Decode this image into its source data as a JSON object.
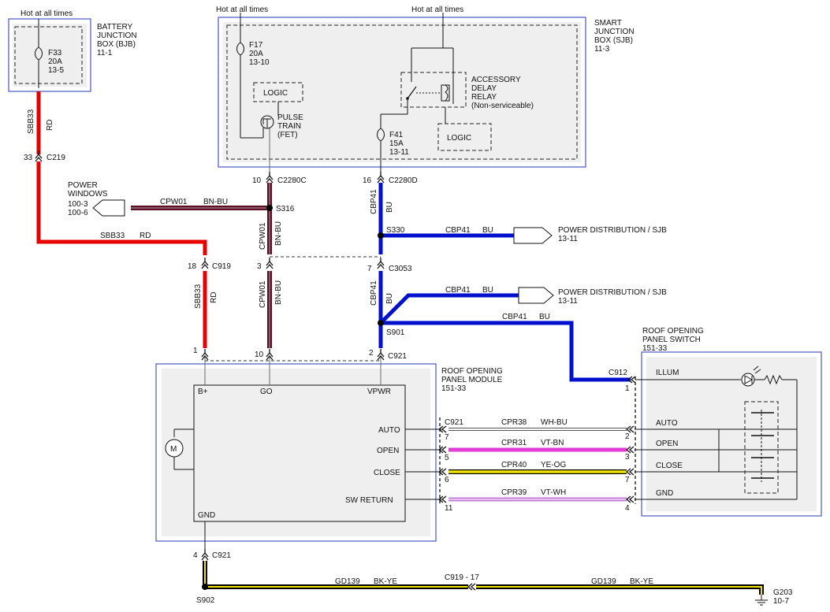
{
  "colors": {
    "red": "#e60000",
    "blue": "#0010cc",
    "brown": "#5a1020",
    "violet": "#b06bd0",
    "pink": "#e23bd6",
    "yellow": "#f2e600",
    "gray": "#6a6a6a",
    "black": "#000000",
    "frame": "#4a57c9",
    "box_fill": "#efefef"
  },
  "labels": {
    "hot1": "Hot at all times",
    "hot2": "Hot at all times",
    "hot3": "Hot at all times",
    "bjb1": "BATTERY",
    "bjb2": "JUNCTION",
    "bjb3": "BOX (BJB)",
    "bjb4": "11-1",
    "f33a": "F33",
    "f33b": "20A",
    "f33c": "13-5",
    "sjb1": "SMART",
    "sjb2": "JUNCTION",
    "sjb3": "BOX (SJB)",
    "sjb4": "11-3",
    "f17a": "F17",
    "f17b": "20A",
    "f17c": "13-10",
    "logic1": "LOGIC",
    "logic2": "LOGIC",
    "pulse1": "PULSE",
    "pulse2": "TRAIN",
    "pulse3": "(FET)",
    "adr1": "ACCESSORY",
    "adr2": "DELAY",
    "adr3": "RELAY",
    "adr4": "(Non-serviceable)",
    "f41a": "F41",
    "f41b": "15A",
    "f41c": "13-11",
    "pin33": "33",
    "c219": "C219",
    "sbb33v1": "SBB33",
    "rdv1": "RD",
    "pin10a": "10",
    "c2280c": "C2280C",
    "pin16": "16",
    "c2280d": "C2280D",
    "pw1": "POWER",
    "pw2": "WINDOWS",
    "pw3": "100-3",
    "pw4": "100-6",
    "cpw01h": "CPW01",
    "bnbuh": "BN-BU",
    "s316": "S316",
    "cbp41v1": "CBP41",
    "buv1": "BU",
    "s330": "S330",
    "cbp41h1": "CBP41",
    "buh1": "BU",
    "pd1": "POWER DISTRIBUTION / SJB",
    "pd1b": "13-11",
    "sbb33h": "SBB33",
    "rdh": "RD",
    "cpw01v1": "CPW01",
    "bnbuv1": "BN-BU",
    "pin18": "18",
    "c919": "C919",
    "pin3": "3",
    "pin7": "7",
    "c3053": "C3053",
    "cbp41h2": "CBP41",
    "buh2": "BU",
    "pd2": "POWER DISTRIBUTION / SJB",
    "pd2b": "13-11",
    "sbb33v2": "SBB33",
    "rdv2": "RD",
    "cpw01v2": "CPW01",
    "bnbuv2": "BN-BU",
    "cbp41v2": "CBP41",
    "buv2": "BU",
    "s901": "S901",
    "cbp41h3": "CBP41",
    "buh3": "BU",
    "pin1a": "1",
    "pin10b": "10",
    "pin2a": "2",
    "c921a": "C921",
    "ropm1": "ROOF OPENING",
    "ropm2": "PANEL MODULE",
    "ropm3": "151-33",
    "rops1": "ROOF OPENING",
    "rops2": "PANEL SWITCH",
    "rops3": "151-33",
    "c912": "C912",
    "pin1b": "1",
    "illum": "ILLUM",
    "bplus": "B+",
    "go": "GO",
    "vpwr": "VPWR",
    "motor": "M",
    "auto_l": "AUTO",
    "open_l": "OPEN",
    "close_l": "CLOSE",
    "swret": "SW RETURN",
    "gnd_l": "GND",
    "c921b": "C921",
    "cpr38": "CPR38",
    "whbu": "WH-BU",
    "cpr31": "CPR31",
    "vtbn": "VT-BN",
    "cpr40": "CPR40",
    "yeog": "YE-OG",
    "cpr39": "CPR39",
    "vtwh": "VT-WH",
    "pL7": "7",
    "pL5": "5",
    "pL6": "6",
    "pL11": "11",
    "pR2": "2",
    "pR3": "3",
    "pR7": "7",
    "pR4": "4",
    "auto_r": "AUTO",
    "open_r": "OPEN",
    "close_r": "CLOSE",
    "gnd_r": "GND",
    "pin4": "4",
    "c921c": "C921",
    "s902": "S902",
    "gd139a": "GD139",
    "bkye1": "BK-YE",
    "c919_17": "C919 - 17",
    "gd139b": "GD139",
    "bkye2": "BK-YE",
    "g203": "G203",
    "g203b": "10-7"
  }
}
